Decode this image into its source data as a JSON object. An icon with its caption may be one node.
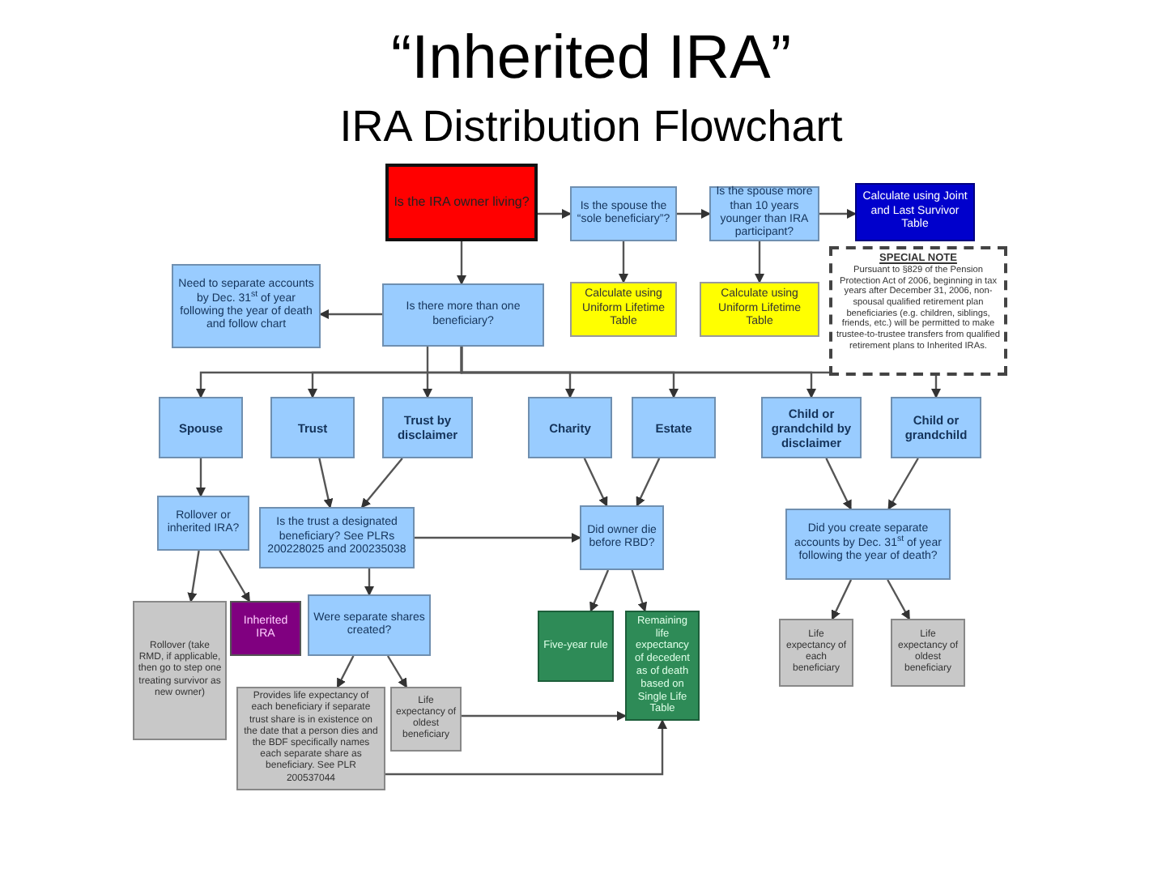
{
  "diagram": {
    "title": "“Inherited IRA”",
    "nodes": [
      {
        "text": [
          "Is the IRA owner living?"
        ]
      },
      {
        "text": [
          "Is the spouse the “sole beneficiary”?"
        ]
      },
      {
        "text": [
          "Is the spouse more than 10 years younger than IRA participant?"
        ]
      },
      {
        "text": [
          "Calculate using Joint and Last Survivor Table"
        ]
      },
      {
        "text": [
          "Calculate using Uniform Lifetime Table"
        ]
      },
      {
        "text": [
          "Calculate using Uniform Lifetime Table"
        ]
      },
      {
        "text": [
          "SPECIAL NOTE",
          "Pursuant to §829 of the Pension Protection Act of 2006, beginning in tax years after December 31, 2006, non-spousal qualified retirement plan beneficiaries (e.g. children, siblings, friends, etc.) will be permitted to make trustee-to-trustee transfers from qualified retirement plans to Inherited IRAs."
        ]
      },
      {
        "text": [
          "Need to separate accounts by Dec. 31$^{st}$ of year following the year of death and follow chart"
        ]
      },
      {
        "text": [
          "Is there more than one beneficiary?"
        ]
      },
      {
        "text": [
          "Spouse"
        ]
      },
      {
        "text": [
          "Trust"
        ]
      },
      {
        "text": [
          "Trust by disclaimer"
        ]
      },
      {
        "text": [
          "Charity"
        ]
      },
      {
        "text": [
          "Estate"
        ]
      },
      {
        "text": [
          "Child or grandchild by disclaimer"
        ]
      },
      {
        "text": [
          "Child or grandchild"
        ]
      },
      {
        "text": [
          "Rollover or inherited IRA?"
        ]
      },
      {
        "text": [
          "Is the trust a designated beneficiary? See PLRs 200228025 and 200235038"
        ]
      },
      {
        "text": [
          "Did owner die before RBD?"
        ]
      },
      {
        "text": [
          "Did you create separate accounts by Dec. 31$^{st}$ of year following the year of death?"
        ]
      },
      {
        "text": [
          "Rollover (take RMD, if applicable, then go to step one treating survivor as new owner)"
        ]
      },
      {
        "text": [
          "Inherited IRA"
        ]
      },
      {
        "text": [
          "Were separate shares created?"
        ]
      },
      {
        "text": [
          "Provides life expectancy of each beneficiary if separate trust share is in existence on the date that a person dies and the BDF specifically names each separate share as beneficiary. See PLR 200537044"
        ]
      },
      {
        "text": [
          "Life expectancy of oldest beneficiary"
        ]
      },
      {
        "text": [
          "Five-year rule"
        ]
      },
      {
        "text": [
          "Remaining life expectancy of decedent as of death based on Single Life Table"
        ]
      },
      {
        "text": [
          "Life expectancy of each beneficiary"
        ]
      },
      {
        "text": [
          "Life expectancy of oldest beneficiary"
        ]
      }
    ],
    "edges": [
      {
        "from": 0,
        "to": 1,
        "arrow": "to"
      },
      {
        "from": 1,
        "to": 2,
        "arrow": "to"
      },
      {
        "from": 2,
        "to": 3,
        "arrow": "to"
      },
      {
        "from": 1,
        "to": 4,
        "arrow": "to"
      },
      {
        "from": 2,
        "to": 5,
        "arrow": "to"
      },
      {
        "from": 0,
        "to": 8,
        "arrow": "to"
      },
      {
        "from": 8,
        "to": 7,
        "arrow": "to"
      },
      {
        "from": 8,
        "to": 9,
        "arrow": "to"
      },
      {
        "from": 8,
        "to": 10,
        "arrow": "to"
      },
      {
        "from": 8,
        "to": 11,
        "arrow": "to"
      },
      {
        "from": 8,
        "to": 12,
        "arrow": "to"
      },
      {
        "from": 8,
        "to": 13,
        "arrow": "to"
      },
      {
        "from": 8,
        "to": 14,
        "arrow": "to"
      },
      {
        "from": 8,
        "to": 15,
        "arrow": "to"
      },
      {
        "from": 9,
        "to": 16,
        "arrow": "to"
      },
      {
        "from": 10,
        "to": 17,
        "arrow": "to"
      },
      {
        "from": 11,
        "to": 17,
        "arrow": "to"
      },
      {
        "from": 12,
        "to": 18,
        "arrow": "to"
      },
      {
        "from": 13,
        "to": 18,
        "arrow": "to"
      },
      {
        "from": 14,
        "to": 19,
        "arrow": "to"
      },
      {
        "from": 15,
        "to": 19,
        "arrow": "to"
      },
      {
        "from": 17,
        "to": 18,
        "arrow": "to"
      },
      {
        "from": 16,
        "to": 20,
        "arrow": "to"
      },
      {
        "from": 16,
        "to": 21,
        "arrow": "to"
      },
      {
        "from": 17,
        "to": 22,
        "arrow": "to"
      },
      {
        "from": 22,
        "to": 23,
        "arrow": "to"
      },
      {
        "from": 22,
        "to": 24,
        "arrow": "to"
      },
      {
        "from": 18,
        "to": 25,
        "arrow": "to"
      },
      {
        "from": 18,
        "to": 26,
        "arrow": "to"
      },
      {
        "from": 24,
        "to": 26,
        "arrow": "to"
      },
      {
        "from": 23,
        "to": 26,
        "arrow": "to"
      },
      {
        "from": 19,
        "to": 27,
        "arrow": "to"
      },
      {
        "from": 19,
        "to": 28,
        "arrow": "to"
      }
    ],
    "labels": [
      "IRA Distribution Flowchart"
    ]
  }
}
